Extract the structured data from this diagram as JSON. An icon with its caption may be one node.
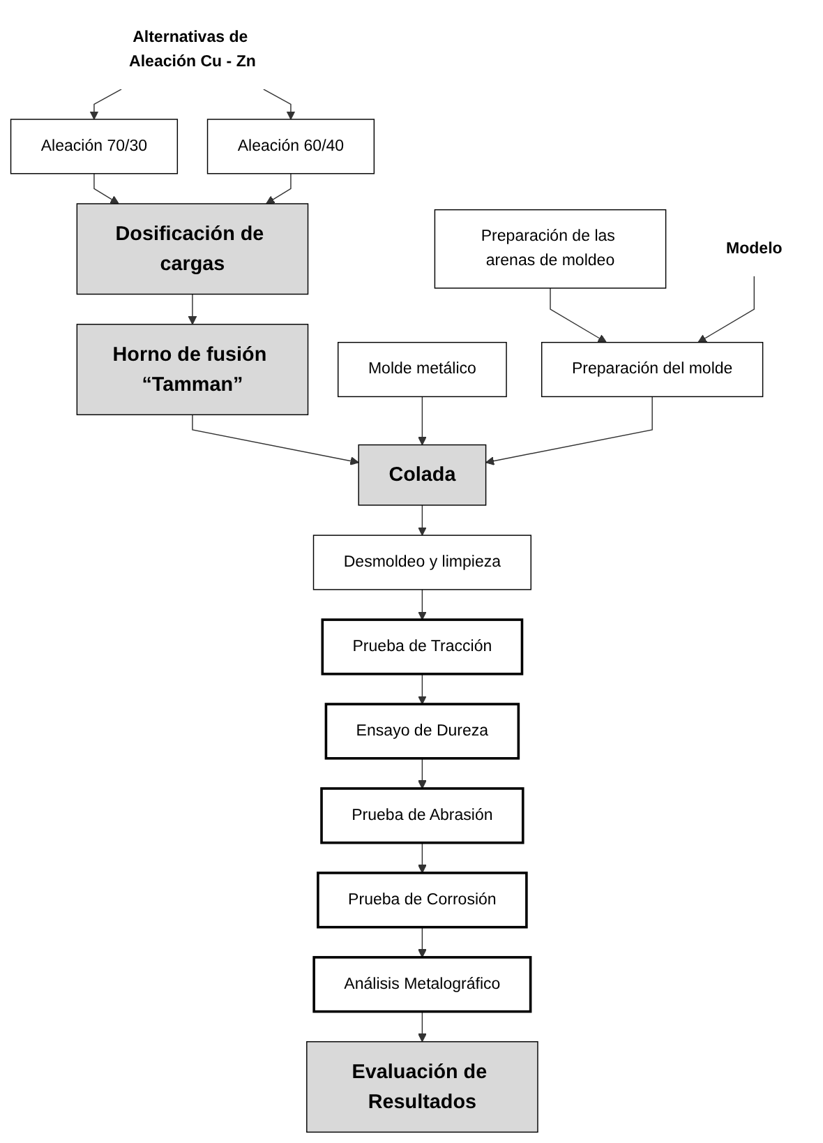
{
  "diagram": {
    "nodes": [
      {
        "text": [
          "Alternativas de Aleación Cu - Zn"
        ]
      },
      {
        "text": [
          "Aleación 70/30"
        ]
      },
      {
        "text": [
          "Aleación 60/40"
        ]
      },
      {
        "text": [
          "Dosificación de cargas"
        ]
      },
      {
        "text": [
          "Preparación de las arenas de moldeo"
        ]
      },
      {
        "text": [
          "Horno de fusión “Tamman”"
        ]
      },
      {
        "text": [
          "Molde metálico"
        ]
      },
      {
        "text": [
          "Preparación del molde"
        ]
      },
      {
        "text": [
          "Modelo"
        ]
      },
      {
        "text": [
          "Colada"
        ]
      },
      {
        "text": [
          "Desmoldeo y limpieza"
        ]
      },
      {
        "text": [
          "Prueba de Tracción"
        ]
      },
      {
        "text": [
          "Ensayo de Dureza"
        ]
      },
      {
        "text": [
          "Prueba de Abrasión"
        ]
      },
      {
        "text": [
          "Prueba de Corrosión"
        ]
      },
      {
        "text": [
          "Análisis Metalográfico"
        ]
      },
      {
        "text": [
          "Evaluación de Resultados"
        ]
      }
    ],
    "edges": [
      {
        "from": 0,
        "to": 1,
        "arrow": "to"
      },
      {
        "from": 0,
        "to": 2,
        "arrow": "to"
      },
      {
        "from": 1,
        "to": 3,
        "arrow": "to"
      },
      {
        "from": 2,
        "to": 3,
        "arrow": "to"
      },
      {
        "from": 3,
        "to": 5,
        "arrow": "to"
      },
      {
        "from": 4,
        "to": 7,
        "arrow": "to"
      },
      {
        "from": 8,
        "to": 7,
        "arrow": "to"
      },
      {
        "from": 5,
        "to": 9,
        "arrow": "to"
      },
      {
        "from": 6,
        "to": 9,
        "arrow": "to"
      },
      {
        "from": 7,
        "to": 9,
        "arrow": "to"
      },
      {
        "from": 9,
        "to": 10,
        "arrow": "to"
      },
      {
        "from": 10,
        "to": 11,
        "arrow": "to"
      },
      {
        "from": 11,
        "to": 12,
        "arrow": "to"
      },
      {
        "from": 12,
        "to": 13,
        "arrow": "to"
      },
      {
        "from": 13,
        "to": 14,
        "arrow": "to"
      },
      {
        "from": 14,
        "to": 15,
        "arrow": "to"
      },
      {
        "from": 15,
        "to": 16,
        "arrow": "to"
      }
    ]
  }
}
